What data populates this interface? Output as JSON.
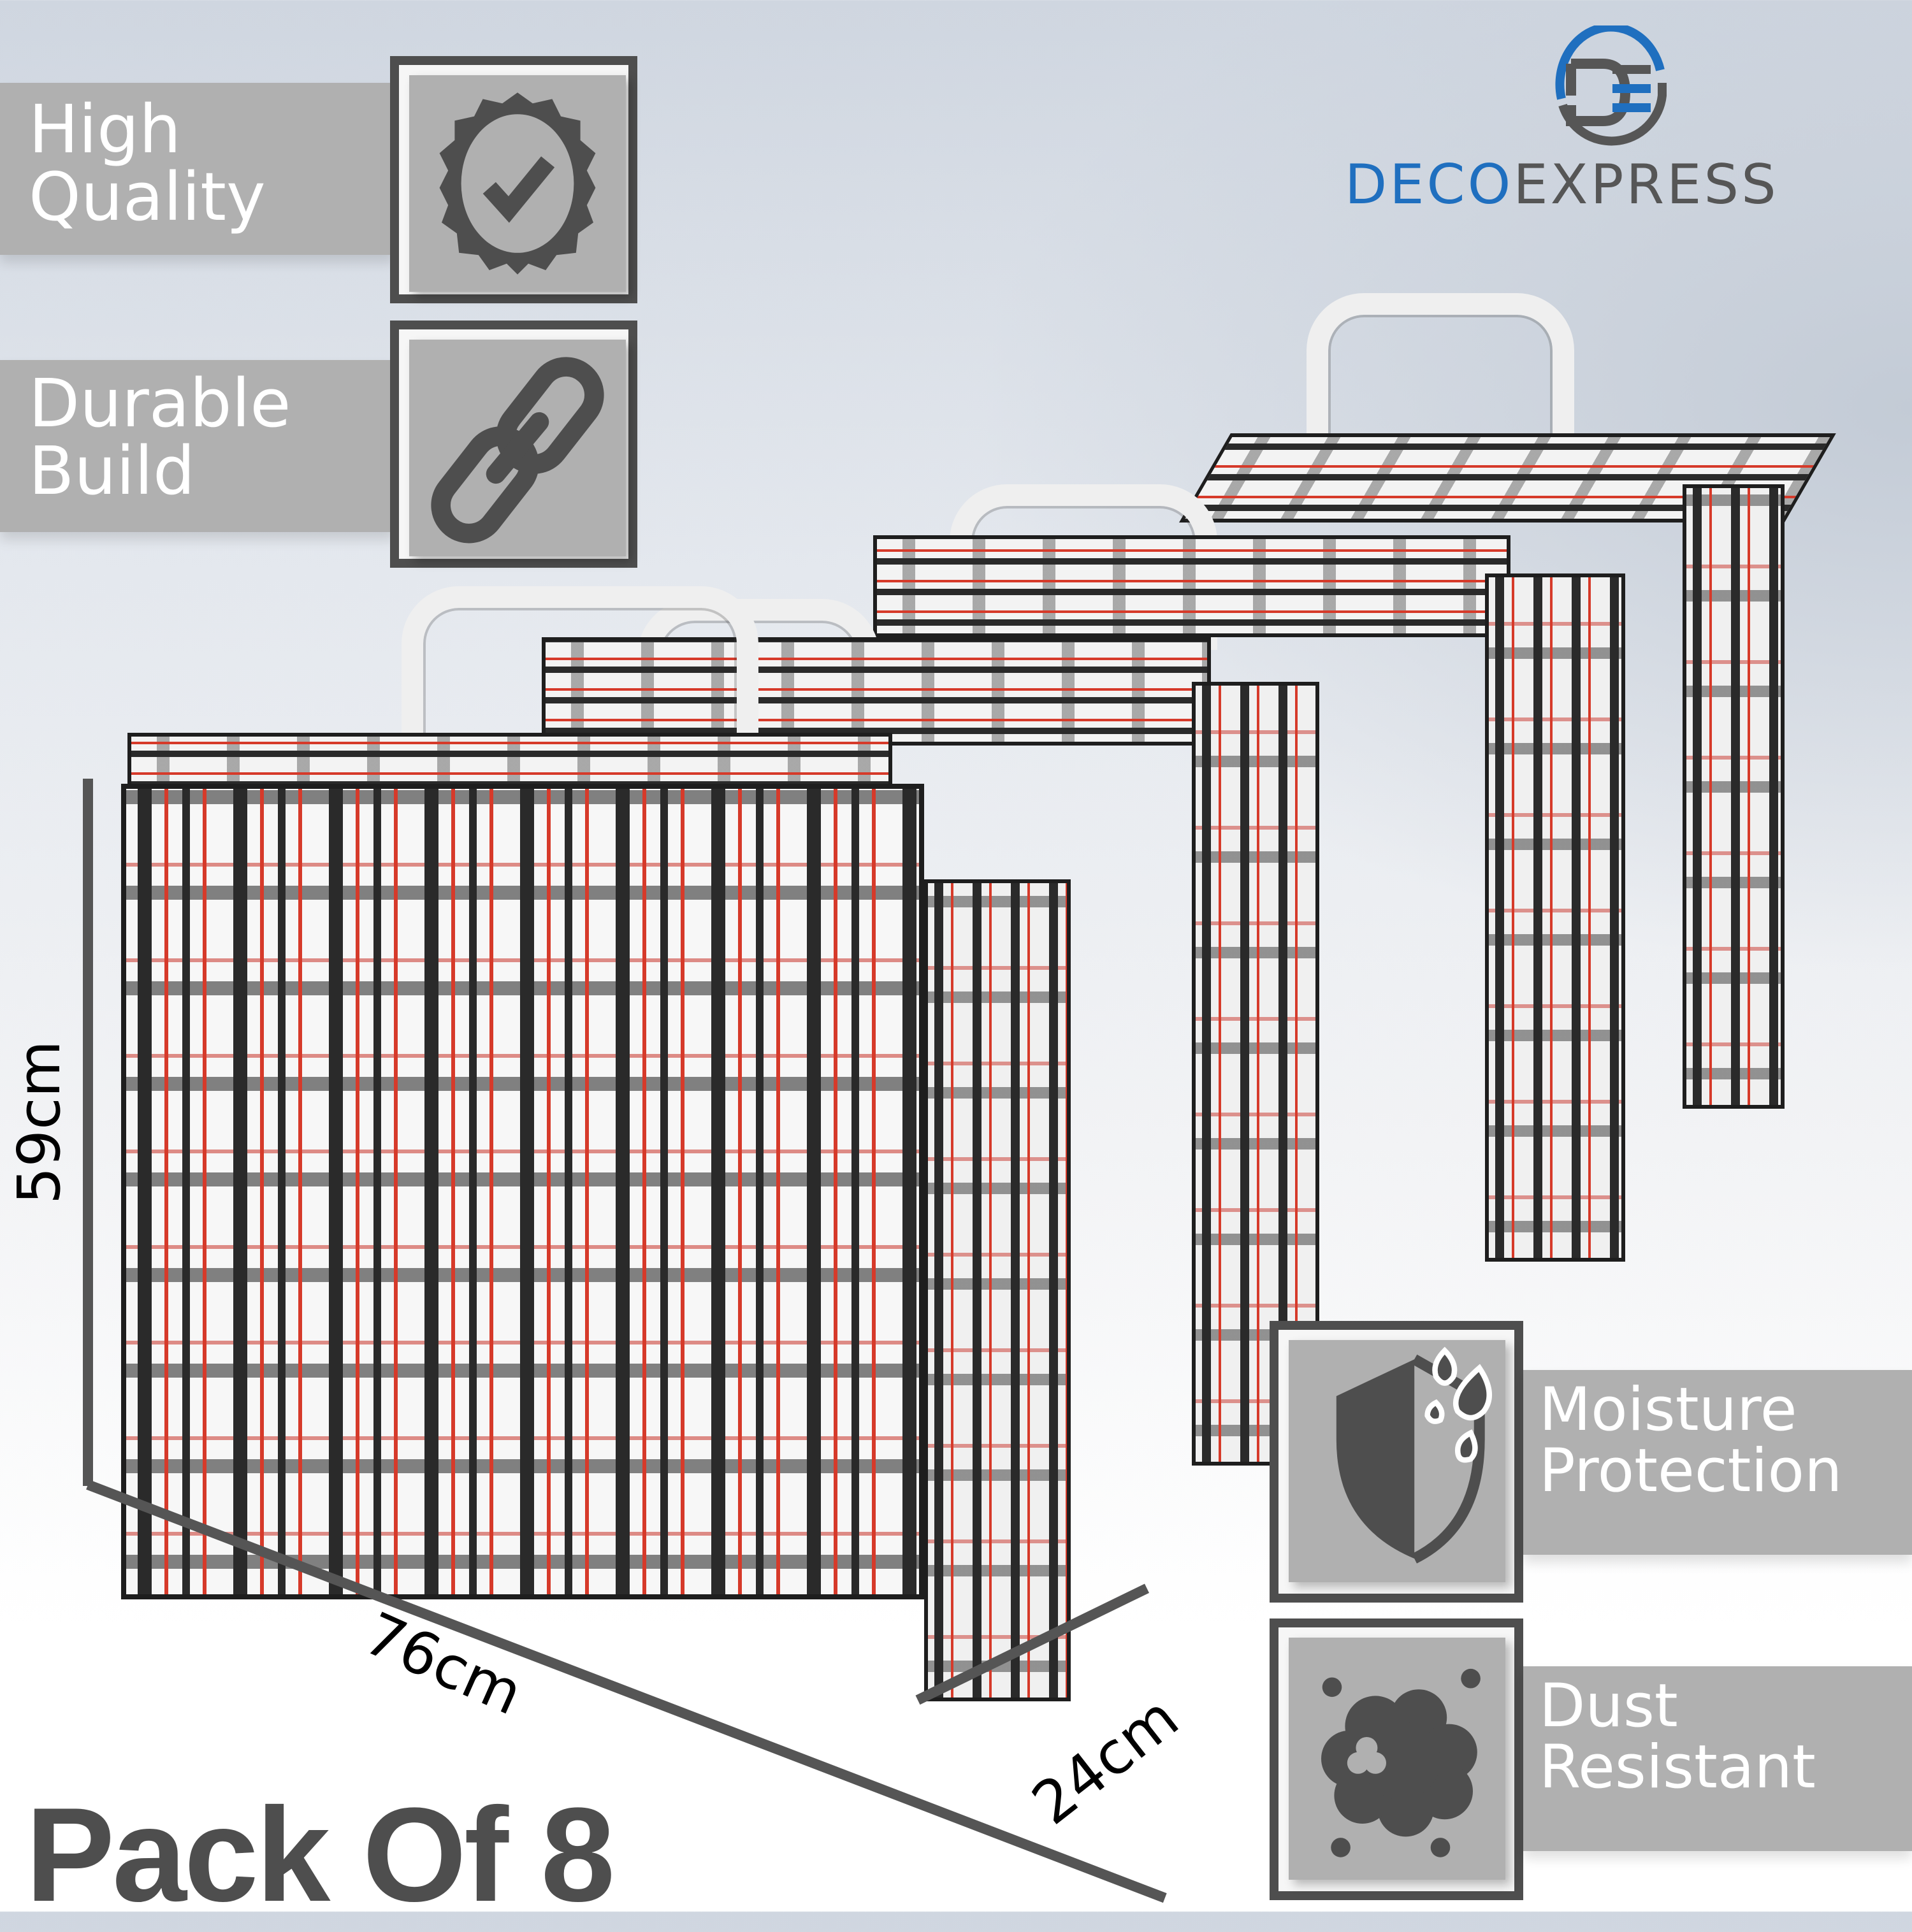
{
  "brand": {
    "name_part1": "DECO",
    "name_part2": "EXPRESS",
    "monogram": "DE",
    "colors": {
      "blue": "#1f6fbf",
      "gray": "#565656"
    }
  },
  "features": [
    {
      "line1": "High",
      "line2": "Quality",
      "icon": "badge-check-icon"
    },
    {
      "line1": "Durable",
      "line2": "Build",
      "icon": "chain-link-icon"
    },
    {
      "line1": "Moisture",
      "line2": "Protection",
      "icon": "shield-water-drops-icon"
    },
    {
      "line1": "Dust",
      "line2": "Resistant",
      "icon": "dust-cloud-icon"
    }
  ],
  "dimensions": {
    "height": "59cm",
    "width": "76cm",
    "depth": "24cm"
  },
  "product": {
    "pack_label": "Pack Of 8",
    "bag_count_shown": 4,
    "pattern_colors": {
      "black": "#2a2a2a",
      "red": "#d63a2a",
      "white": "#f7f7f7"
    }
  },
  "theme": {
    "band_gray": "#b0b0b0",
    "icon_dark": "#4e4e4e",
    "label_text": "#ffffff"
  }
}
